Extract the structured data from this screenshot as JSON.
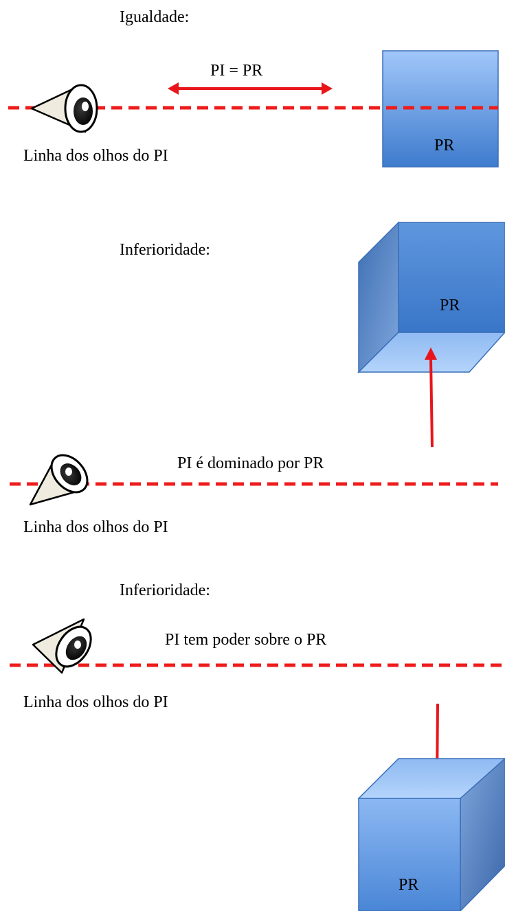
{
  "colors": {
    "sightline": "#ee1c1c",
    "arrow": "#e8161b",
    "box_top": "#9fc5f8",
    "box_bottom": "#3f7cce",
    "box_stroke": "#3a6fb8"
  },
  "panels": [
    {
      "heading": "Igualdade:",
      "eye_line_label": "Linha dos olhos do PI",
      "relation_label": "PI = PR",
      "box_label": "PR",
      "eye_icon": "eye-cone-icon"
    },
    {
      "heading": "Inferioridade:",
      "eye_line_label": "Linha dos olhos do PI",
      "relation_label": "PI é dominado por PR",
      "box_label": "PR",
      "eye_icon": "eye-cone-icon"
    },
    {
      "heading": "Inferioridade:",
      "eye_line_label": "Linha dos olhos do PI",
      "relation_label": "PI tem poder sobre o PR",
      "box_label": "PR",
      "eye_icon": "eye-cone-icon"
    }
  ]
}
